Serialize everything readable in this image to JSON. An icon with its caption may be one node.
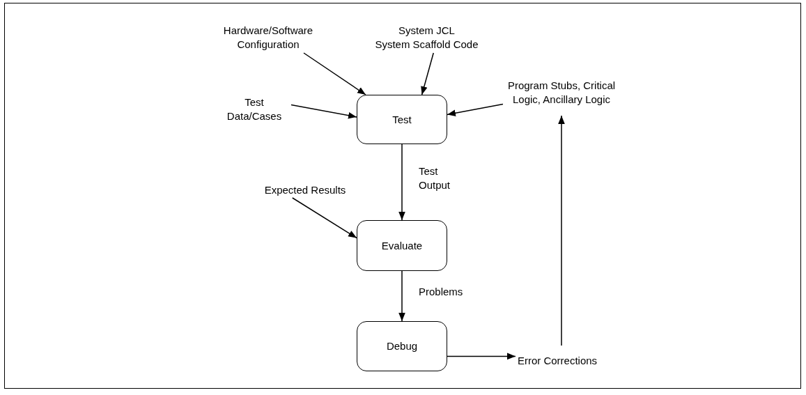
{
  "diagram": {
    "nodes": [
      {
        "text": [
          "Hardware/Software Configuration"
        ]
      },
      {
        "text": [
          "System JCL",
          "System Scaffold Code"
        ]
      },
      {
        "text": [
          "Test Data/Cases"
        ]
      },
      {
        "text": [
          "Test"
        ]
      },
      {
        "text": [
          "Program Stubs, Critical Logic, Ancillary Logic"
        ]
      },
      {
        "text": [
          "Expected Results"
        ]
      },
      {
        "text": [
          "Evaluate"
        ]
      },
      {
        "text": [
          "Debug"
        ]
      },
      {
        "text": [
          "Error Corrections"
        ]
      }
    ],
    "edges": [
      {
        "from": 0,
        "to": 3,
        "arrow": "to"
      },
      {
        "from": 1,
        "to": 3,
        "arrow": "to"
      },
      {
        "from": 2,
        "to": 3,
        "arrow": "to"
      },
      {
        "from": 4,
        "to": 3,
        "arrow": "to"
      },
      {
        "from": 3,
        "to": 6,
        "arrow": "to",
        "label": "Test Output"
      },
      {
        "from": 5,
        "to": 6,
        "arrow": "to"
      },
      {
        "from": 6,
        "to": 7,
        "arrow": "to",
        "label": "Problems"
      },
      {
        "from": 7,
        "to": 8,
        "arrow": "to"
      },
      {
        "from": 8,
        "to": 4,
        "arrow": "to"
      }
    ]
  }
}
